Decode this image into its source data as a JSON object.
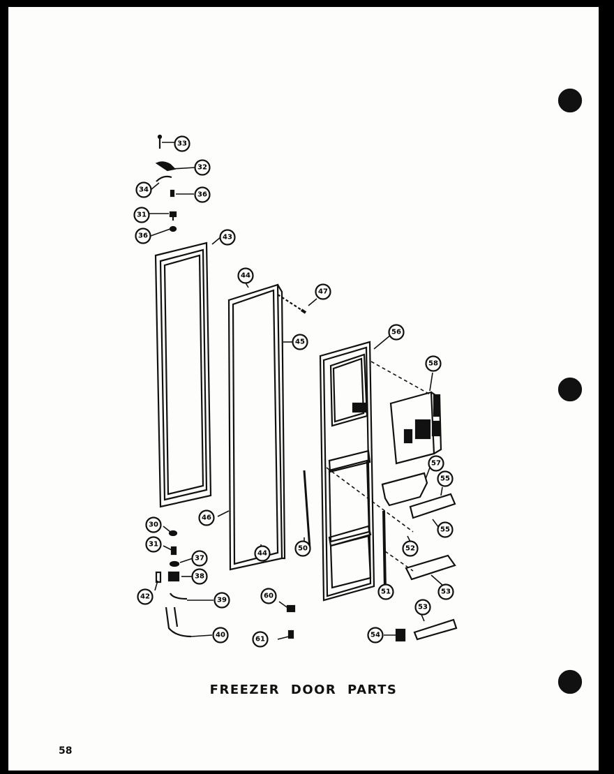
{
  "diagram": {
    "title": "FREEZER DOOR PARTS",
    "page_number": "58",
    "callouts": [
      "33",
      "32",
      "34",
      "36",
      "31",
      "36",
      "43",
      "44",
      "47",
      "45",
      "56",
      "58",
      "57",
      "55",
      "55",
      "46",
      "44",
      "50",
      "52",
      "51",
      "53",
      "53",
      "54",
      "60",
      "61",
      "30",
      "31",
      "37",
      "38",
      "39",
      "42",
      "40"
    ]
  }
}
